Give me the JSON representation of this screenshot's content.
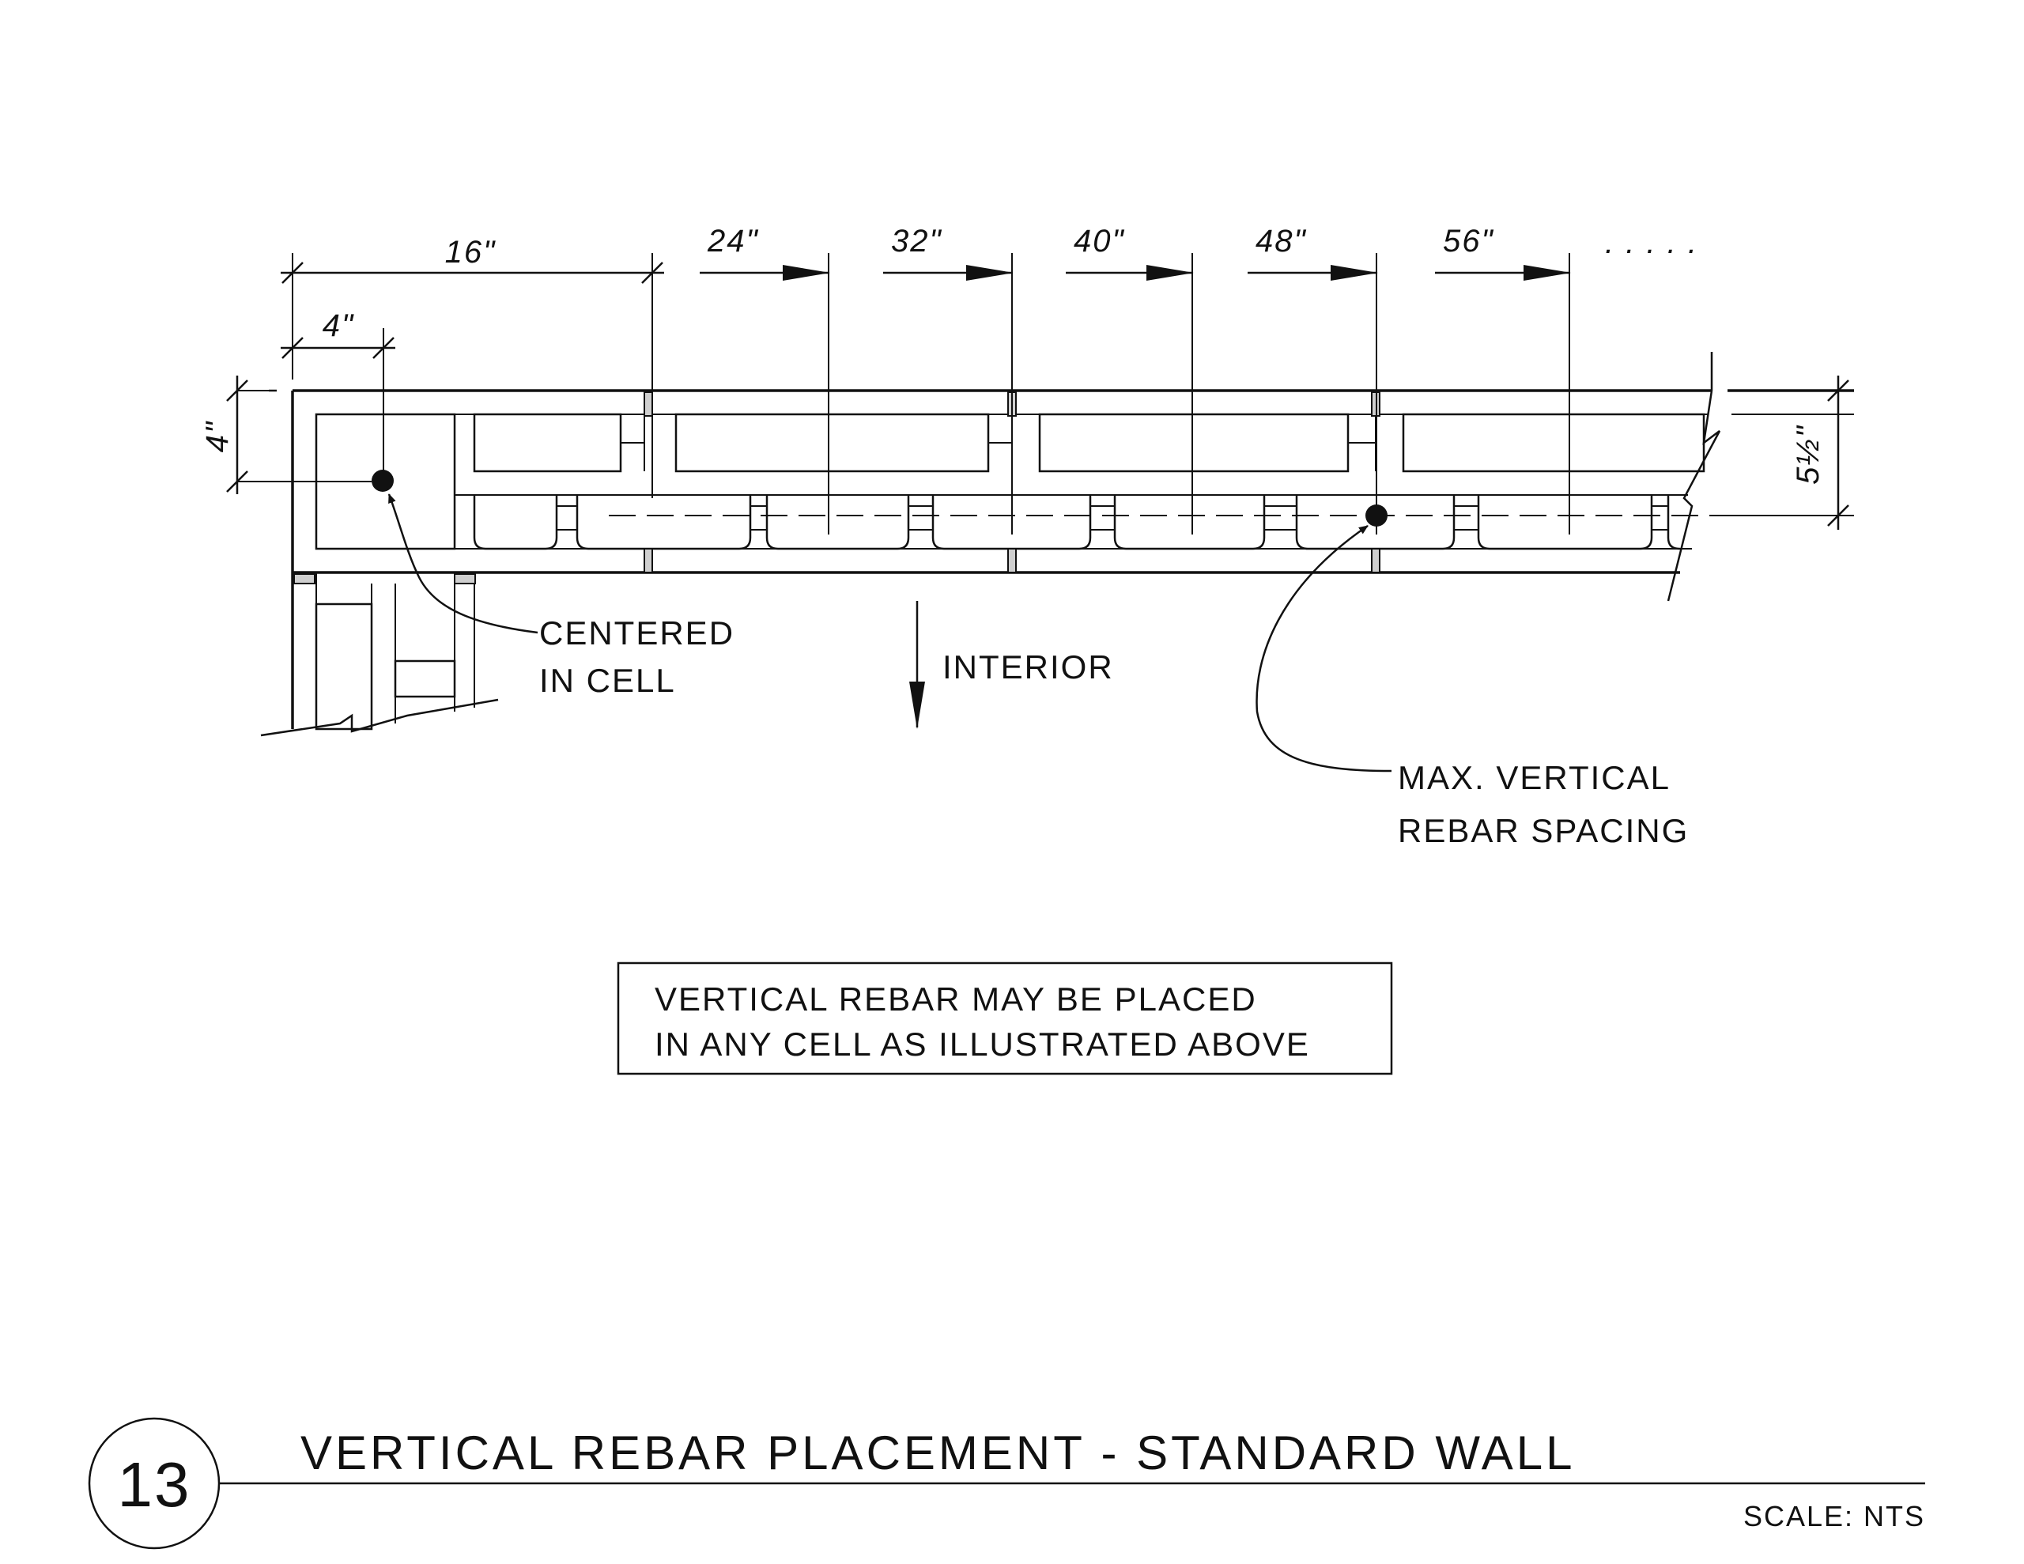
{
  "dimensions": {
    "wall_16": "16\"",
    "offset_4": "4\"",
    "spacing": [
      "24\"",
      "32\"",
      "40\"",
      "48\"",
      "56\""
    ],
    "continuation": ". . . . .",
    "side_4": "4\"",
    "thickness": "5½\""
  },
  "annotations": {
    "centered_line1": "CENTERED",
    "centered_line2": "IN CELL",
    "interior": "INTERIOR",
    "max_line1": "MAX. VERTICAL",
    "max_line2": "REBAR SPACING"
  },
  "note": {
    "line1": "VERTICAL REBAR MAY BE PLACED",
    "line2": "IN ANY CELL AS ILLUSTRATED ABOVE"
  },
  "title_block": {
    "detail_number": "13",
    "title": "VERTICAL REBAR PLACEMENT - STANDARD WALL",
    "scale": "SCALE: NTS"
  }
}
